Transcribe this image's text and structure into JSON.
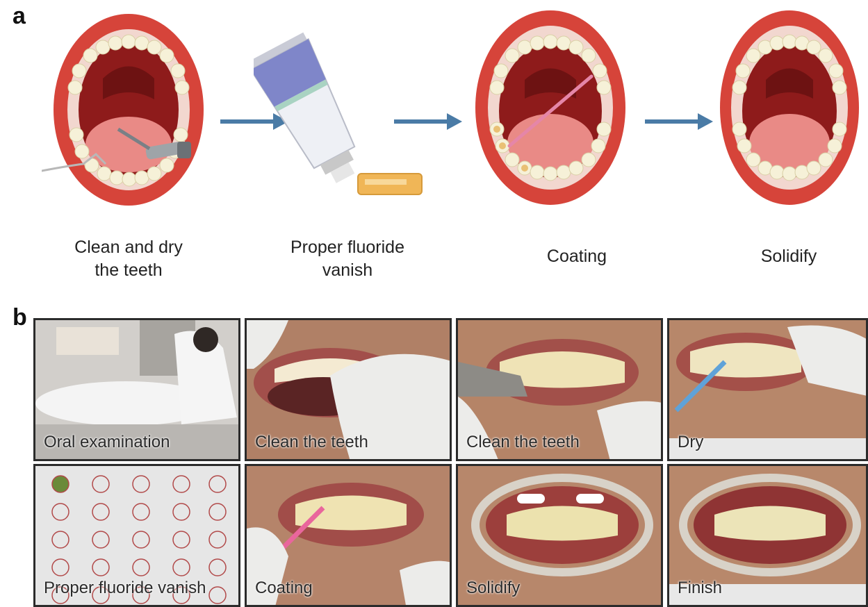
{
  "panel_a": {
    "letter": "a",
    "steps": [
      {
        "line1": "Clean and dry",
        "line2": "the teeth"
      },
      {
        "line1": "Proper fluoride",
        "line2": "vanish"
      },
      {
        "line1": "Coating",
        "line2": ""
      },
      {
        "line1": "Solidify",
        "line2": ""
      }
    ]
  },
  "panel_b": {
    "letter": "b",
    "photos": [
      {
        "label": "Oral examination"
      },
      {
        "label": "Clean the teeth"
      },
      {
        "label": "Clean the teeth"
      },
      {
        "label": "Dry"
      },
      {
        "label": "Proper fluoride vanish"
      },
      {
        "label": "Coating"
      },
      {
        "label": "Solidify"
      },
      {
        "label": "Finish"
      }
    ]
  },
  "colors": {
    "lips": "#d6443a",
    "mouth_inner": "#8e1b1b",
    "tongue": "#e98a86",
    "tooth": "#f6f1d8",
    "arrow": "#4a7ba6",
    "frame": "#2b2b2b"
  },
  "icons": [
    "mouth-icon",
    "scaler-icon",
    "floss-icon",
    "tube-icon",
    "applicator-icon",
    "arrow-right-icon"
  ]
}
